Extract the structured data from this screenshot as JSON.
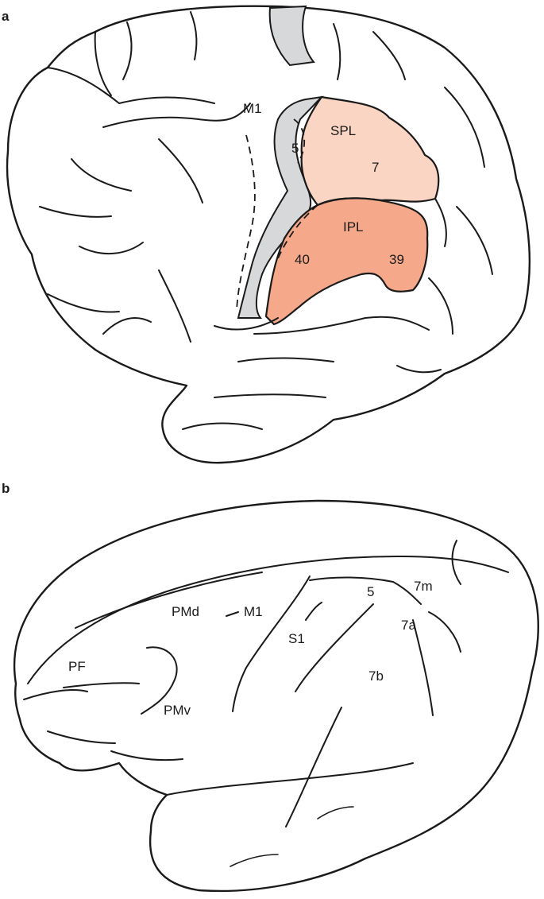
{
  "panels": {
    "a": {
      "letter": "a",
      "labels": {
        "m1": "M1",
        "spl": "SPL",
        "area5": "5",
        "area7": "7",
        "ipl": "IPL",
        "area40": "40",
        "area39": "39"
      },
      "colors": {
        "sensory_cortex": "#d7d8da",
        "spl_fill": "#fbd5c4",
        "ipl_fill": "#f5a98a"
      }
    },
    "b": {
      "letter": "b",
      "labels": {
        "area7m": "7m",
        "area5": "5",
        "pmd": "PMd",
        "m1": "M1",
        "area7a": "7a",
        "s1": "S1",
        "pf": "PF",
        "area7b": "7b",
        "pmv": "PMv"
      }
    }
  }
}
